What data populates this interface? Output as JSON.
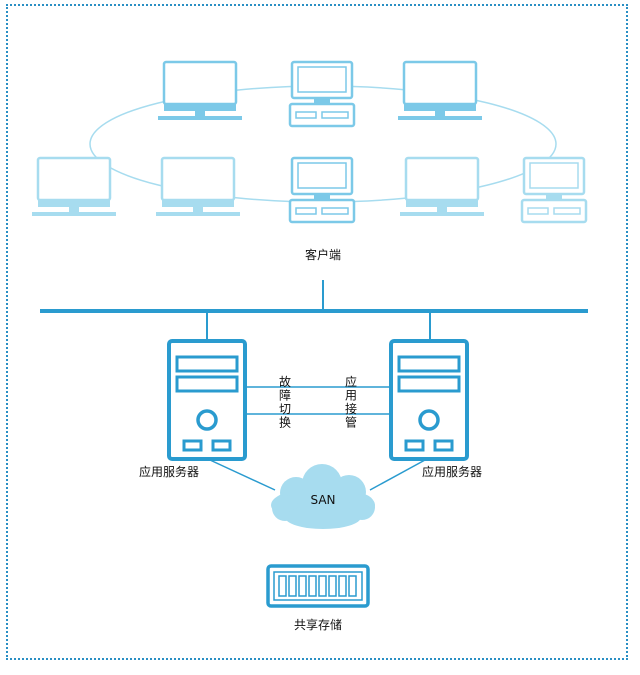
{
  "colors": {
    "light": "#a7dcef",
    "medium": "#7cc9e8",
    "dark": "#2a9bcf",
    "frame": "#2a8fc4",
    "text": "#111111"
  },
  "labels": {
    "clients": "客户端",
    "app_server_left": "应用服务器",
    "app_server_right": "应用服务器",
    "san": "SAN",
    "storage": "共享存储",
    "failover": "故障切换",
    "takeover": "应用接管"
  },
  "icons": {
    "monitor": "monitor-icon",
    "desktop": "desktop-computer-icon",
    "server": "server-tower-icon",
    "cloud": "cloud-icon",
    "storage": "storage-array-icon"
  },
  "clients": [
    {
      "kind": "monitor"
    },
    {
      "kind": "desktop"
    },
    {
      "kind": "monitor"
    },
    {
      "kind": "monitor"
    },
    {
      "kind": "monitor"
    },
    {
      "kind": "desktop"
    },
    {
      "kind": "monitor"
    },
    {
      "kind": "desktop"
    }
  ]
}
